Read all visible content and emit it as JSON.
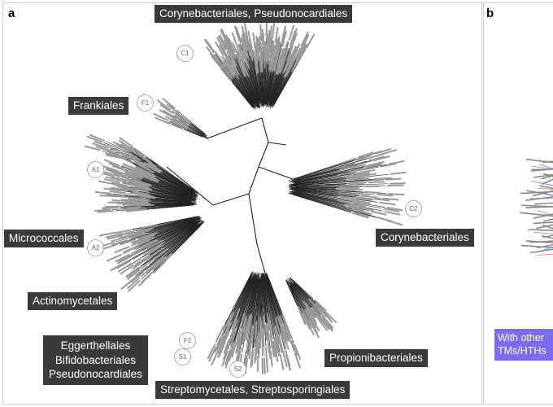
{
  "panels": {
    "a": "a",
    "b": "b"
  },
  "clades": {
    "top": "Corynebacteriales, Pseudonocardiales",
    "frankiales": "Frankiales",
    "micrococcales": "Micrococcales",
    "actinomycetales": "Actinomycetales",
    "eggerthellales_block": [
      "Eggerthellales",
      "Bifidobacteriales",
      "Pseudonocardiales"
    ],
    "streptomycetales": "Streptomycetales, Streptosporingiales",
    "propionibacteriales": "Propionibacteriales",
    "corynebacteriales": "Corynebacteriales"
  },
  "badges": {
    "c1": "C1",
    "f1": "F1",
    "a1": "A1",
    "a2": "A2",
    "c2": "C2",
    "f2": "F2",
    "s1": "S1",
    "s2": "S2"
  },
  "legend": {
    "lines": [
      "With other",
      "TMs/HTHs"
    ]
  },
  "colors": {
    "label_bg": "#3a3a3a",
    "legend_bg": "#7b6cf2",
    "branch": "#222222",
    "leaf_text": "#555555"
  }
}
